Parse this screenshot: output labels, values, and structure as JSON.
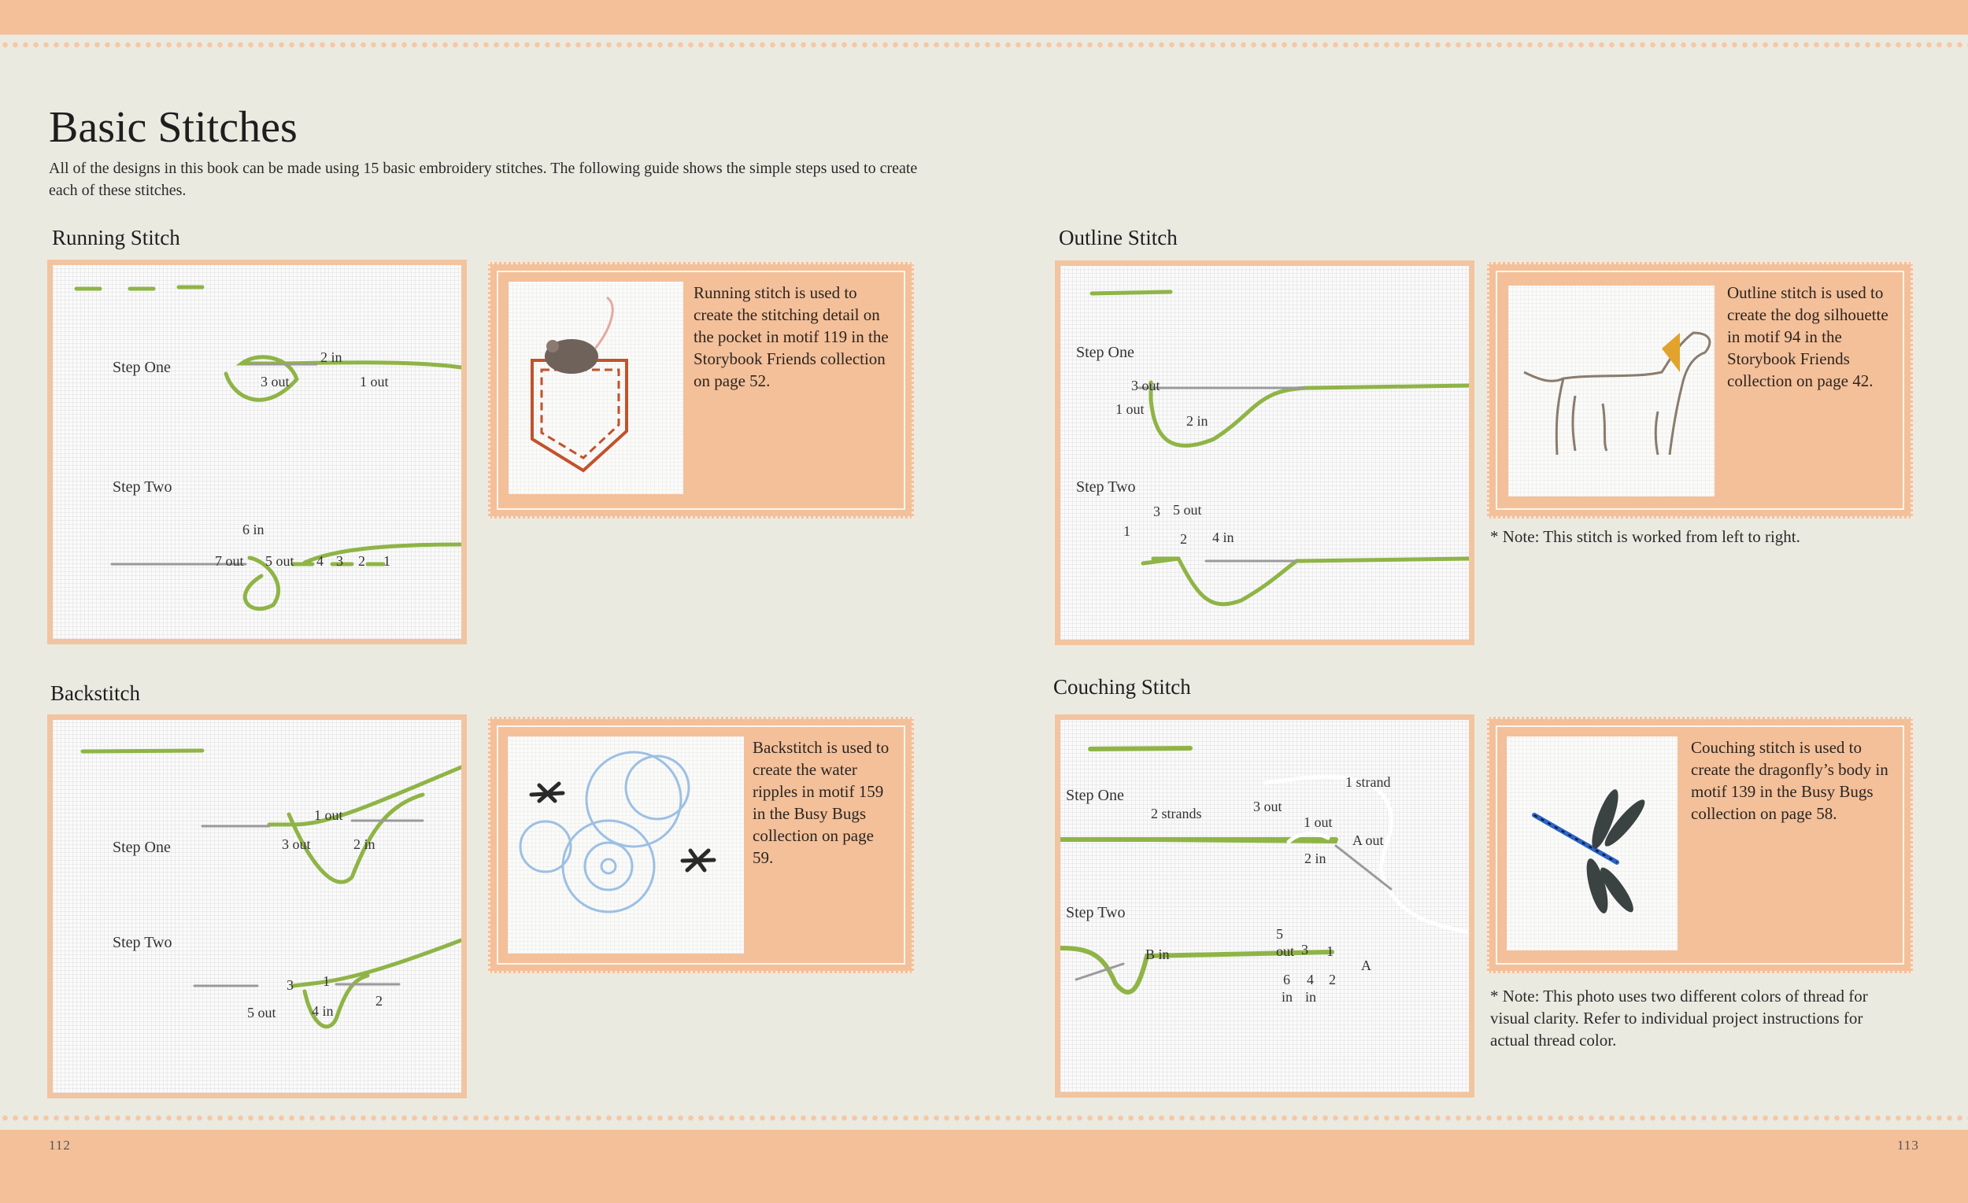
{
  "page": {
    "title": "Basic Stitches",
    "intro": "All of the designs in this book can be made using 15 basic embroidery stitches. The following guide shows the simple steps used to create each of these stitches.",
    "page_left": "112",
    "page_right": "113"
  },
  "running": {
    "title": "Running Stitch",
    "step_one": "Step One",
    "step_two": "Step Two",
    "labels": [
      "2 in",
      "3 out",
      "1 out",
      "6 in",
      "7 out",
      "5 out",
      "4",
      "3",
      "2",
      "1"
    ],
    "info": "Running stitch is used to create the stitching detail on the pocket in motif 119 in the Storybook Friends collection on page 52."
  },
  "outline": {
    "title": "Outline Stitch",
    "step_one": "Step One",
    "step_two": "Step Two",
    "labels": [
      "3 out",
      "1 out",
      "2 in",
      "3",
      "5 out",
      "1",
      "2",
      "4 in"
    ],
    "info": "Outline stitch is used to create the dog silhouette in motif 94 in the Storybook Friends collection on page 42.",
    "note": "* Note: This stitch is worked from left to right."
  },
  "backstitch": {
    "title": "Backstitch",
    "step_one": "Step One",
    "step_two": "Step Two",
    "labels": [
      "1 out",
      "3 out",
      "2 in",
      "3",
      "1",
      "2",
      "5 out",
      "4 in"
    ],
    "info": "Backstitch is used to create the water ripples in motif 159 in the Busy Bugs collection on page 59."
  },
  "couching": {
    "title": "Couching Stitch",
    "step_one": "Step One",
    "step_two": "Step Two",
    "labels": [
      "1 strand",
      "2 strands",
      "3 out",
      "1 out",
      "A out",
      "2 in",
      "5",
      "out",
      "3",
      "1",
      "B in",
      "A",
      "6",
      "4",
      "2",
      "in",
      "in"
    ],
    "info": "Couching stitch is used to create the dragonfly’s body in motif 139 in the Busy Bugs collection on page 58.",
    "note": "* Note: This photo uses two different colors of thread for visual clarity. Refer to individual project instructions for actual thread color."
  },
  "colors": {
    "band": "#f3c09a",
    "thread": "#8fb446",
    "page": "#ebeae1"
  }
}
